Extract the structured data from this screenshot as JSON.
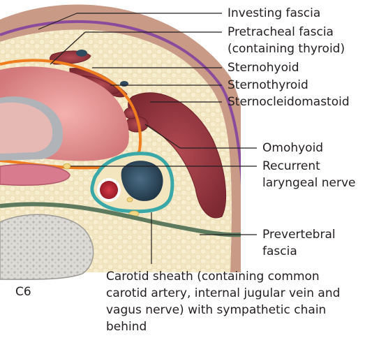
{
  "labels": {
    "investing_fascia": "Investing fascia",
    "pretracheal_line1": "Pretracheal fascia",
    "pretracheal_line2": "(containing thyroid)",
    "sternohyoid": "Sternohyoid",
    "sternothyroid": "Sternothyroid",
    "sternocleidomastoid": "Sternocleidomastoid",
    "omohyoid": "Omohyoid",
    "recurrent_line1": "Recurrent",
    "recurrent_line2": "laryngeal nerve",
    "prevertebral_line1": "Prevertebral",
    "prevertebral_line2": "fascia",
    "carotid_sheath": "Carotid sheath (containing common carotid artery, internal jugular vein and vagus nerve) with sympathetic chain behind",
    "vertebra": "C6"
  },
  "colors": {
    "investing_fascia": "#8b4a9c",
    "pretracheal_fascia": "#f07d1e",
    "carotid_sheath": "#3aa8a8",
    "prevertebral_fascia": "#5d7a5e",
    "muscle": "#a8414a",
    "skin": "#c99a86",
    "fat": "#f3e6bf",
    "thyroid": "#e8999a",
    "artery": "#b2202e",
    "vein": "#2f4a5e",
    "vertebra": "#d8d6d2"
  }
}
